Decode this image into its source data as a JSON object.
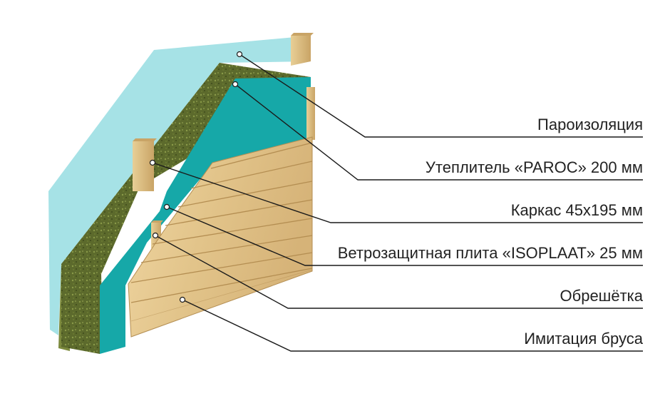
{
  "diagram": {
    "layers": [
      {
        "id": "vapor-barrier",
        "label": "Пароизоляция"
      },
      {
        "id": "insulation",
        "label": "Утеплитель «PAROC» 200 мм"
      },
      {
        "id": "frame",
        "label": "Каркас 45х195 мм"
      },
      {
        "id": "wind-board",
        "label": "Ветрозащитная плита «ISOPLAAT» 25 мм"
      },
      {
        "id": "battens",
        "label": "Обрешётка"
      },
      {
        "id": "cladding",
        "label": "Имитация бруса"
      }
    ],
    "colors": {
      "vapor_barrier": "#a6e2e6",
      "insulation": "#5c6a2c",
      "insulation_edge": "#7c8a3e",
      "wind_board": "#16a8a8",
      "wood": "#e2c48a",
      "wood_dark": "#b48e52",
      "leader": "#1a1a1a",
      "text": "#222222"
    }
  }
}
